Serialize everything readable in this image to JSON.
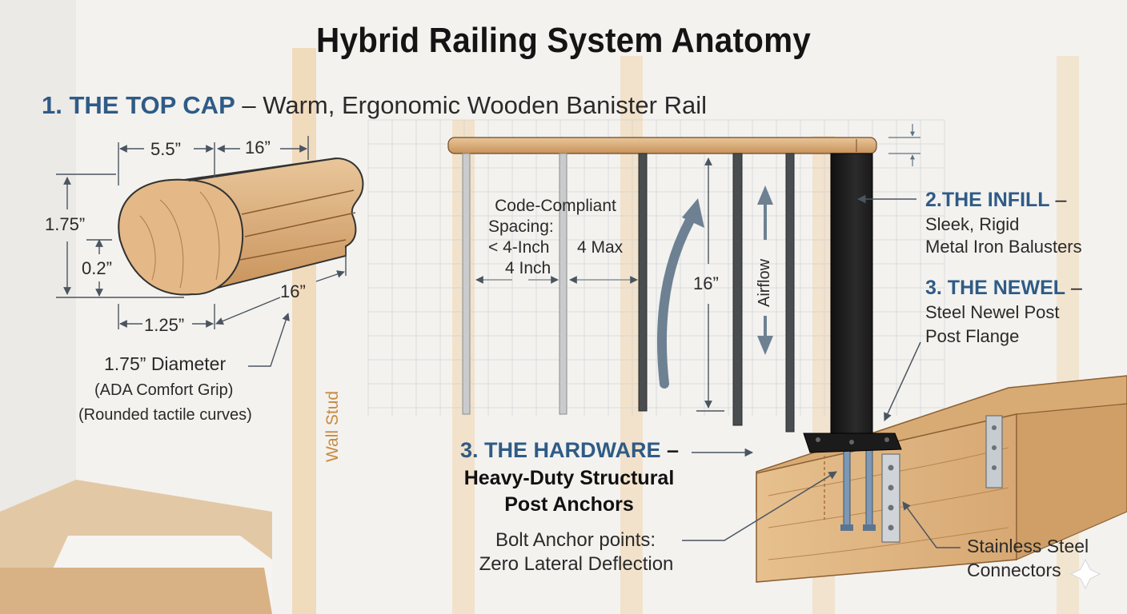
{
  "title": "Hybrid Railing System Anatomy",
  "section1": {
    "head": "1. THE TOP CAP",
    "sub": "– Warm, Ergonomic Wooden Banister Rail"
  },
  "cap_dims": {
    "top_width": "5.5”",
    "top_length": "16”",
    "height": "1.75”",
    "lip": "0.2”",
    "base_width": "1.25”",
    "base_length": "16”"
  },
  "grip": {
    "line1": "1.75” Diameter",
    "line2": "(ADA Comfort Grip)",
    "line3": "(Rounded tactile curves)"
  },
  "wall_stud": "Wall Stud",
  "spacing": {
    "line1": "Code-Compliant",
    "line2": "Spacing:",
    "line3": "< 4-Inch",
    "line4": "4 Inch",
    "max": "4 Max"
  },
  "baluster_height": "16”",
  "airflow": "Airflow",
  "infill": {
    "head": "2.THE INFILL",
    "dash": "–",
    "line1": "Sleek, Rigid",
    "line2": "Metal Iron Balusters"
  },
  "newel": {
    "head": "3. THE NEWEL",
    "dash": "–",
    "line1": "Steel Newel Post",
    "line2": "Post Flange"
  },
  "hardware": {
    "head": "3. THE HARDWARE",
    "dash": "–",
    "line1": "Heavy-Duty Structural",
    "line2": "Post Anchors"
  },
  "bolt": {
    "line1": "Bolt Anchor points:",
    "line2": "Zero Lateral Deflection"
  },
  "connectors": {
    "line1": "Stainless Steel",
    "line2": "Connectors"
  },
  "colors": {
    "heading_blue": "#2f5b86",
    "wood": "#d9ad78",
    "steel": "#222222",
    "stud": "#e9c48f"
  }
}
